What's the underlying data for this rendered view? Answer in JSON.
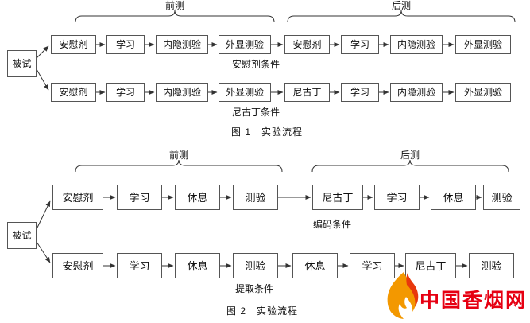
{
  "figure1": {
    "pretest_label": "前测",
    "posttest_label": "后测",
    "subject": "被试",
    "row1": [
      "安慰剂",
      "学习",
      "内隐测验",
      "外显测验",
      "安慰剂",
      "学习",
      "内隐测验",
      "外显测验"
    ],
    "row1_condition": "安慰剂条件",
    "row2": [
      "安慰剂",
      "学习",
      "内隐测验",
      "外显测验",
      "尼古丁",
      "学习",
      "内隐测验",
      "外显测验"
    ],
    "row2_condition": "尼古丁条件",
    "caption": "图 1　实验流程"
  },
  "figure2": {
    "pretest_label": "前测",
    "posttest_label": "后测",
    "subject": "被试",
    "row1": [
      "安慰剂",
      "学习",
      "休息",
      "测验",
      "尼古丁",
      "学习",
      "休息",
      "测验"
    ],
    "row1_condition": "编码条件",
    "row2": [
      "安慰剂",
      "学习",
      "休息",
      "测验",
      "休息",
      "学习",
      "尼古丁",
      "测验"
    ],
    "row2_condition": "提取条件",
    "caption": "图 2　实验流程"
  },
  "watermark": {
    "text": "中国香烟网",
    "text_color": "#e60012",
    "logo_color": "#f39800",
    "logo_accent_color": "#e8380d"
  }
}
